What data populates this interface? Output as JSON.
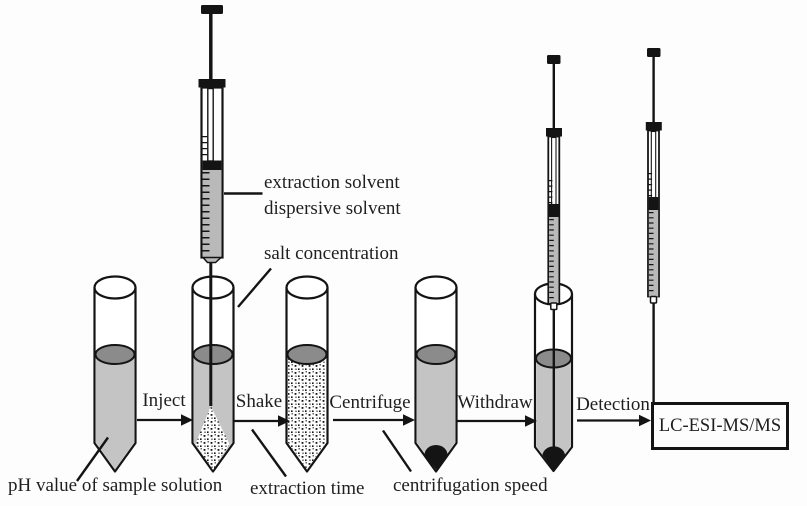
{
  "figure": {
    "syringe_labels": {
      "extraction_solvent": "extraction solvent",
      "dispersive_solvent": "dispersive solvent"
    },
    "condition_labels": {
      "salt_concentration": "salt concentration",
      "ph_value": "pH value of sample solution",
      "extraction_time": "extraction time",
      "centrifugation_speed": "centrifugation speed"
    },
    "steps": [
      {
        "label": "Inject"
      },
      {
        "label": "Shake"
      },
      {
        "label": "Centrifuge"
      },
      {
        "label": "Withdraw"
      },
      {
        "label": "Detection"
      }
    ],
    "detector": {
      "label": "LC-ESI-MS/MS"
    },
    "colors": {
      "ink": "#141414",
      "liquid_gray": "#c4c4c4",
      "surface_gray": "#8b8b8b",
      "syringe_gray": "#b9b9b9",
      "background": "#fdfdfd"
    }
  }
}
